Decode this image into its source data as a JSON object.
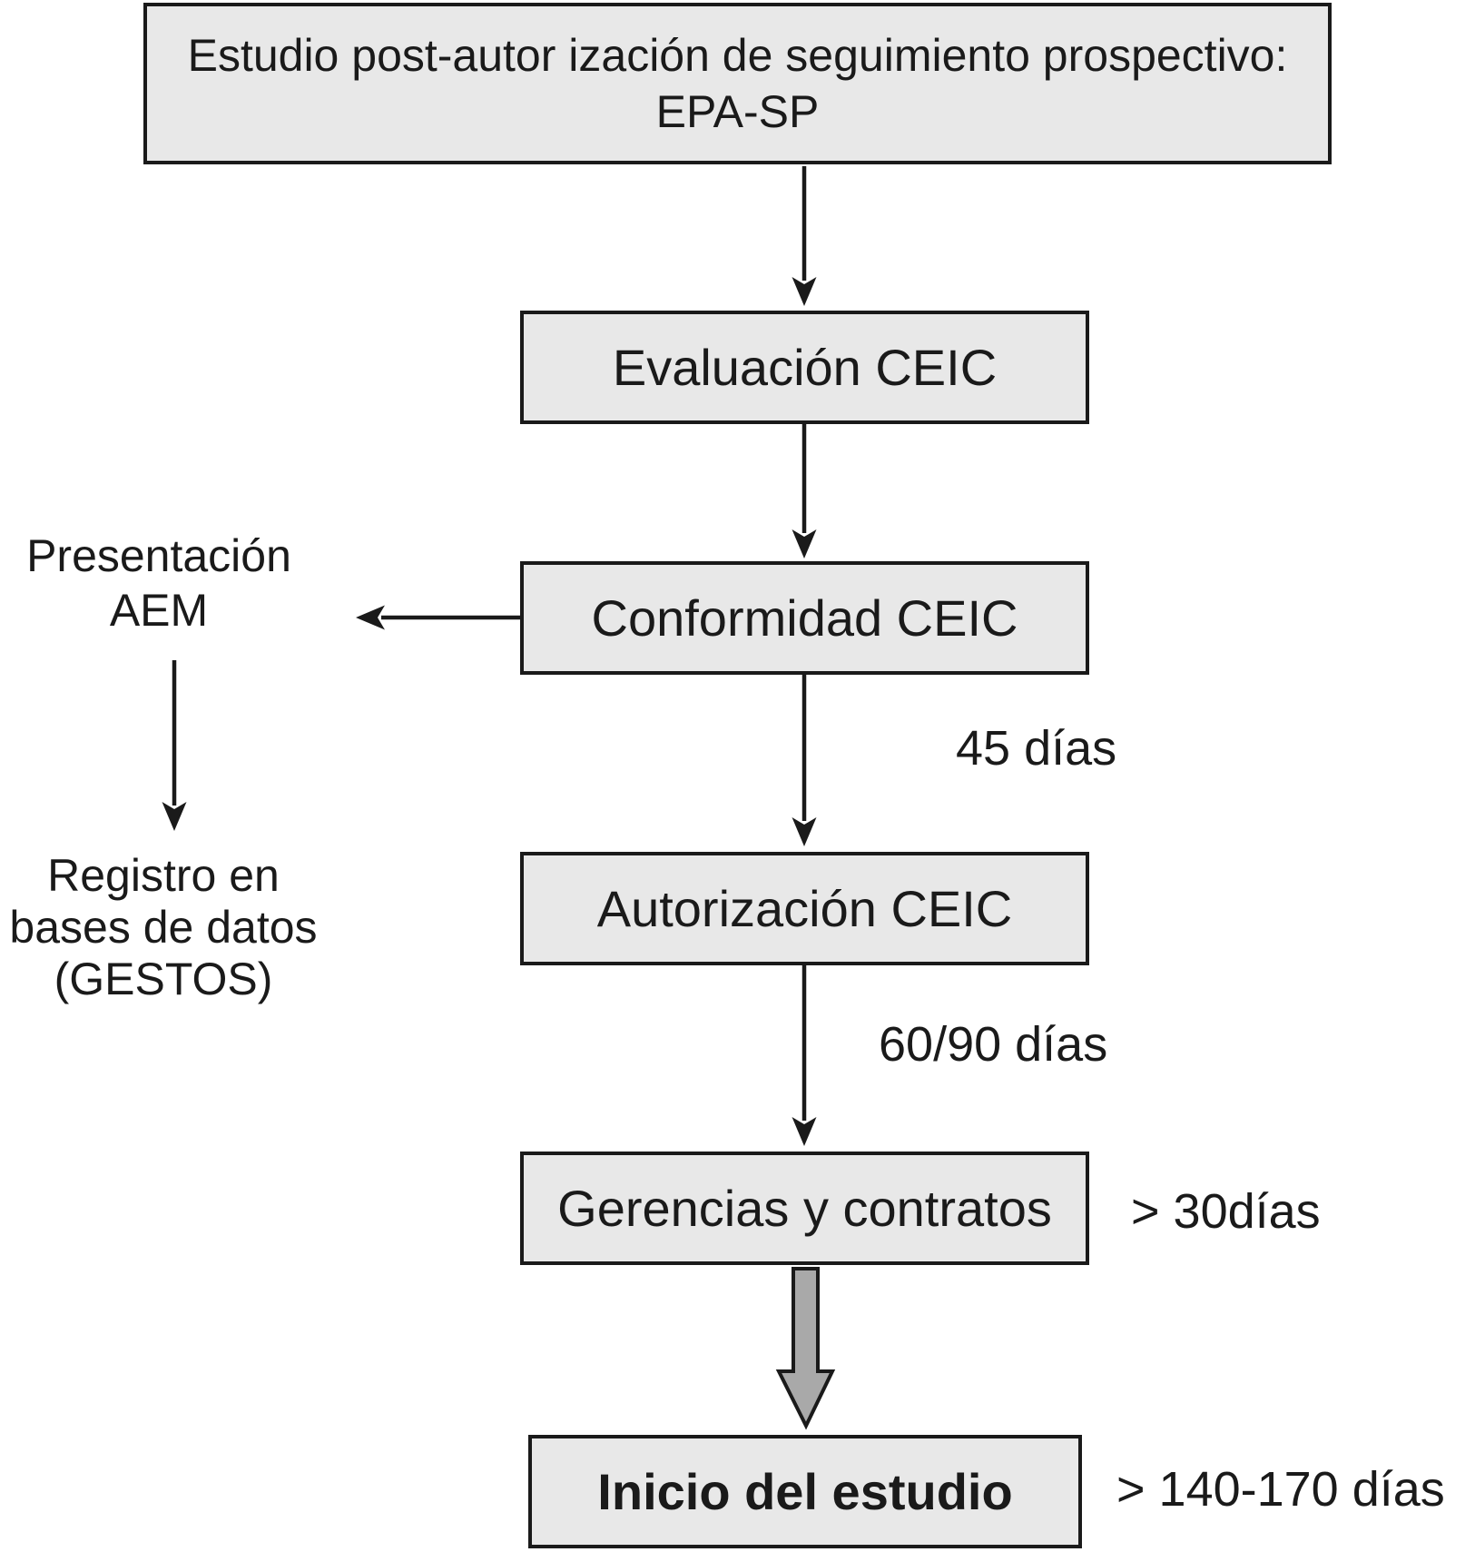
{
  "flowchart": {
    "title_box": {
      "line1": "Estudio post-autor ización de seguimiento prospectivo:",
      "line2": "EPA-SP"
    },
    "nodes": [
      {
        "label": "Evaluación CEIC"
      },
      {
        "label": "Conformidad CEIC"
      },
      {
        "label": "Autorización CEIC"
      },
      {
        "label": "Gerencias y contratos"
      },
      {
        "label": "Inicio del estudio"
      }
    ],
    "aem_branch": {
      "presentacion_line1": "Presentación",
      "presentacion_line2": "AEM",
      "registro_line1": "Registro en",
      "registro_line2": "bases de datos",
      "registro_line3": "(GESTOS)"
    },
    "duration_labels": {
      "conformidad_to_autorizacion": "45 días",
      "autorizacion_to_gerencias": "60/90 días",
      "gerencias": "> 30días",
      "inicio": "> 140-170 días"
    },
    "colors": {
      "box_fill": "#e8e8e8",
      "box_border": "#1a1a1a",
      "thick_arrow_fill": "#a9a9a9",
      "text": "#1a1a1a"
    }
  }
}
